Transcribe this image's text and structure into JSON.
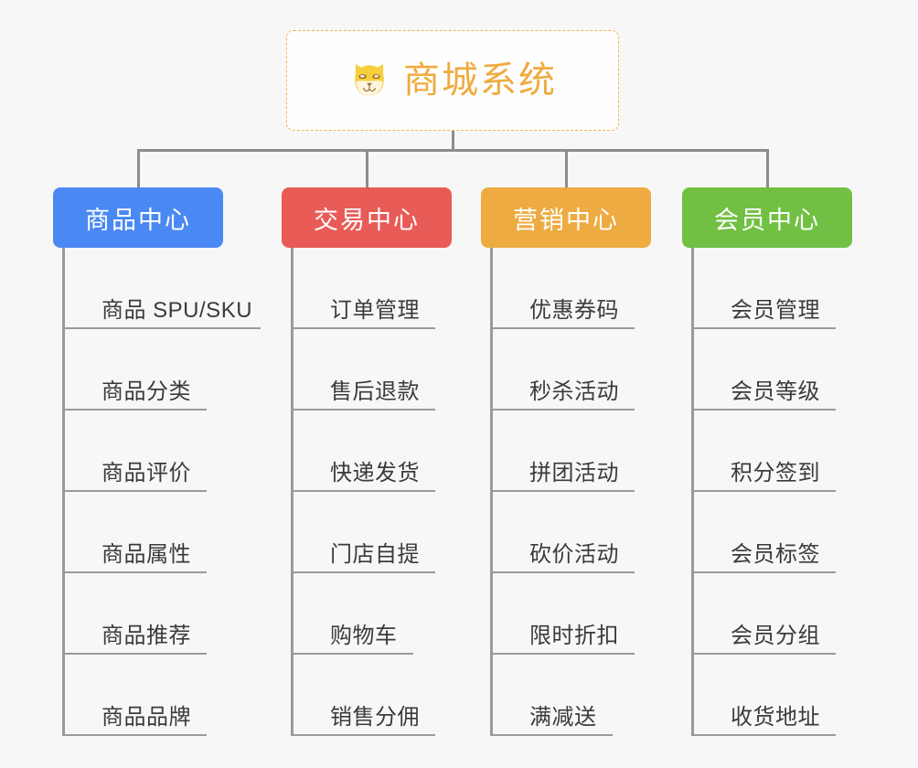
{
  "diagram": {
    "background_color": "#f7f7f7",
    "connector_color": "#8c8c8c",
    "type": "tree-mindmap"
  },
  "root": {
    "title": "商城系统",
    "icon": "shiba-dog-face-icon",
    "text_color": "#efab3e",
    "border_color": "#f0b64a"
  },
  "branches": [
    {
      "title": "商品中心",
      "color": "#4a89f3",
      "items": [
        "商品 SPU/SKU",
        "商品分类",
        "商品评价",
        "商品属性",
        "商品推荐",
        "商品品牌"
      ]
    },
    {
      "title": "交易中心",
      "color": "#e95b57",
      "items": [
        "订单管理",
        "售后退款",
        "快递发货",
        "门店自提",
        "购物车",
        "销售分佣"
      ]
    },
    {
      "title": "营销中心",
      "color": "#edab41",
      "items": [
        "优惠券码",
        "秒杀活动",
        "拼团活动",
        "砍价活动",
        "限时折扣",
        "满减送"
      ]
    },
    {
      "title": "会员中心",
      "color": "#71c043",
      "items": [
        "会员管理",
        "会员等级",
        "积分签到",
        "会员标签",
        "会员分组",
        "收货地址"
      ]
    }
  ]
}
